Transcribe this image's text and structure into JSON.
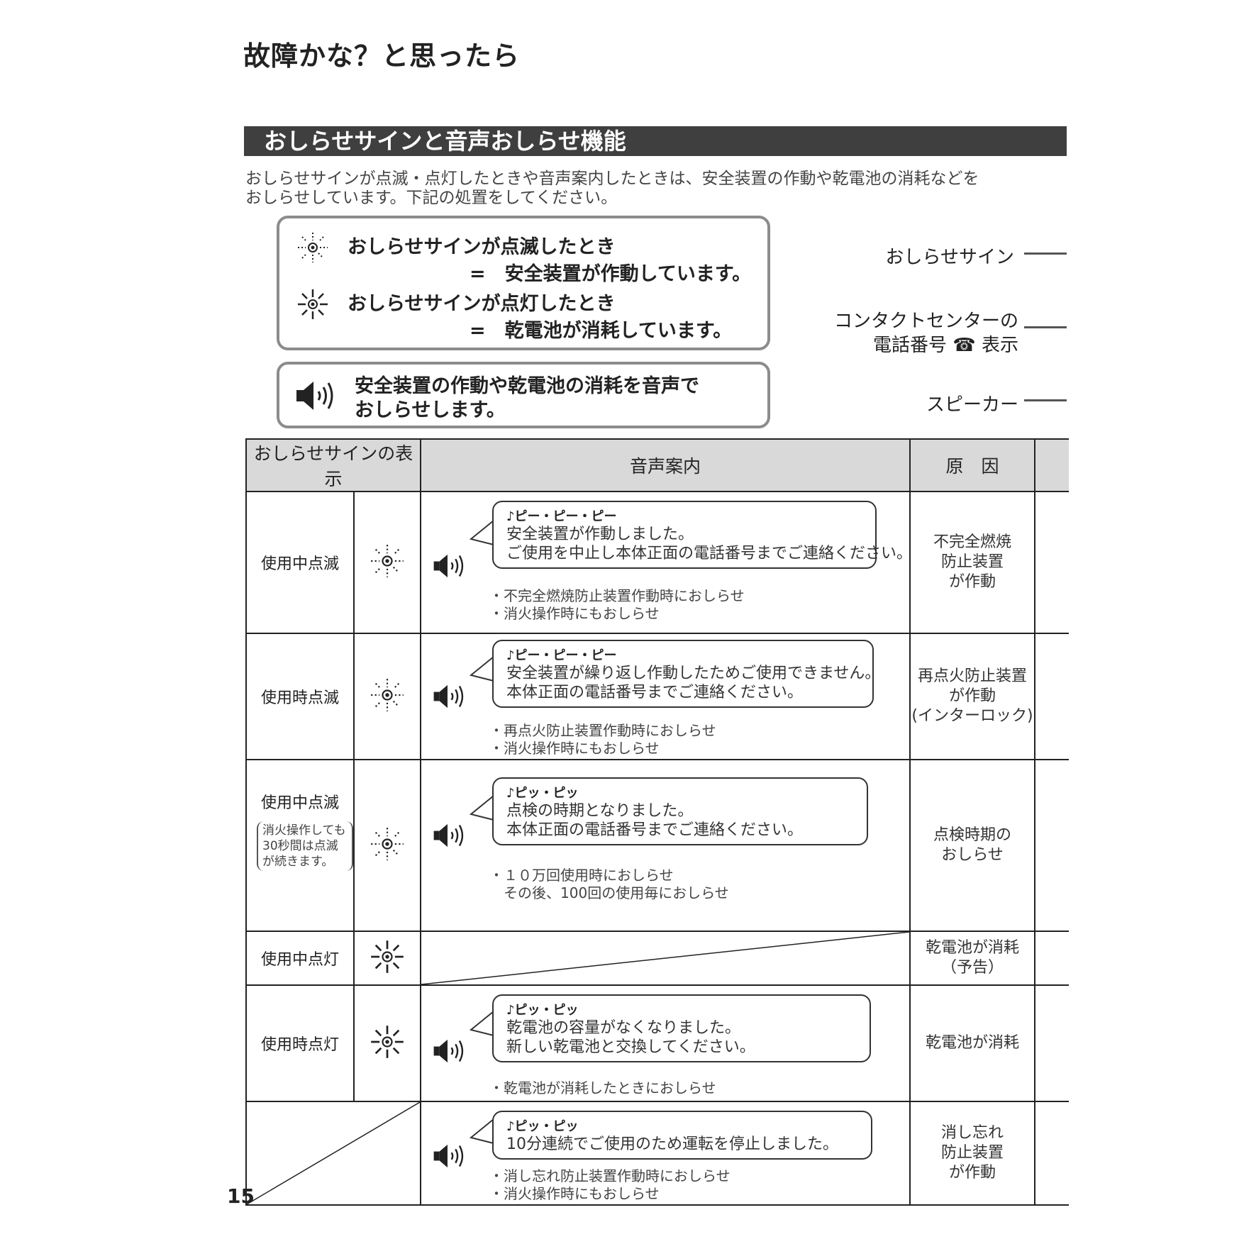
{
  "page_title": "故障かな？と思ったら",
  "section_title": "おしらせサインと音声おしらせ機能",
  "intro": {
    "line1": "おしらせサインが点滅・点灯したときや音声案内したときは、安全装置の作動や乾電池の消耗などを",
    "line2": "おしらせしています。下記の処置をしてください。"
  },
  "legend": {
    "blink_condition": "おしらせサインが点滅したとき",
    "blink_meaning": "=　安全装置が作動しています。",
    "lit_condition": "おしらせサインが点灯したとき",
    "lit_meaning": "=　乾電池が消耗しています。",
    "voice_line1": "安全装置の作動や乾電池の消耗を音声で",
    "voice_line2": "おしらせします。"
  },
  "device_labels": {
    "sign": "おしらせサイン",
    "contact_line1": "コンタクトセンターの",
    "contact_line2": "電話番号",
    "contact_phone_icon": "☎",
    "contact_line2_suffix": "表示",
    "speaker": "スピーカー"
  },
  "table": {
    "headers": {
      "sign": "おしらせサインの表示",
      "voice": "音声案内",
      "cause": "原　因"
    },
    "rows": [
      {
        "label": "使用中点滅",
        "icon": "blink-icon",
        "beep": "♪ピー・ピー・ピー",
        "msg1": "安全装置が作動しました。",
        "msg2": "ご使用を中止し本体正面の電話番号までご連絡ください。",
        "notes": "・不完全燃焼防止装置作動時におしらせ\n・消火操作時にもおしらせ",
        "cause1": "不完全燃焼",
        "cause2": "防止装置",
        "cause3": "が作動"
      },
      {
        "label": "使用時点滅",
        "icon": "blink-icon",
        "beep": "♪ピー・ピー・ピー",
        "msg1": "安全装置が繰り返し作動したためご使用できません。",
        "msg2": "本体正面の電話番号までご連絡ください。",
        "notes": "・再点火防止装置作動時におしらせ\n・消火操作時にもおしらせ",
        "cause1": "再点火防止装置",
        "cause2": "が作動",
        "cause3": "(インターロック)"
      },
      {
        "label": "使用中点滅",
        "icon": "blink-icon",
        "sub_note": "消火操作しても30秒間は点滅が続きます。",
        "beep": "♪ピッ・ピッ",
        "msg1": "点検の時期となりました。",
        "msg2": "本体正面の電話番号までご連絡ください。",
        "notes": "・１０万回使用時におしらせ\n　その後、100回の使用毎におしらせ",
        "cause1": "点検時期の",
        "cause2": "おしらせ"
      },
      {
        "label": "使用中点灯",
        "icon": "lit-icon",
        "cause1": "乾電池が消耗",
        "cause2": "（予告）"
      },
      {
        "label": "使用時点灯",
        "icon": "lit-icon",
        "beep": "♪ピッ・ピッ",
        "msg1": "乾電池の容量がなくなりました。",
        "msg2": "新しい乾電池と交換してください。",
        "notes": "・乾電池が消耗したときにおしらせ",
        "cause1": "乾電池が消耗"
      },
      {
        "beep": "♪ピッ・ピッ",
        "msg1": "10分連続でご使用のため運転を停止しました。",
        "notes": "・消し忘れ防止装置作動時におしらせ\n・消火操作時にもおしらせ",
        "cause1": "消し忘れ",
        "cause2": "防止装置",
        "cause3": "が作動"
      }
    ]
  },
  "page_number": "15"
}
